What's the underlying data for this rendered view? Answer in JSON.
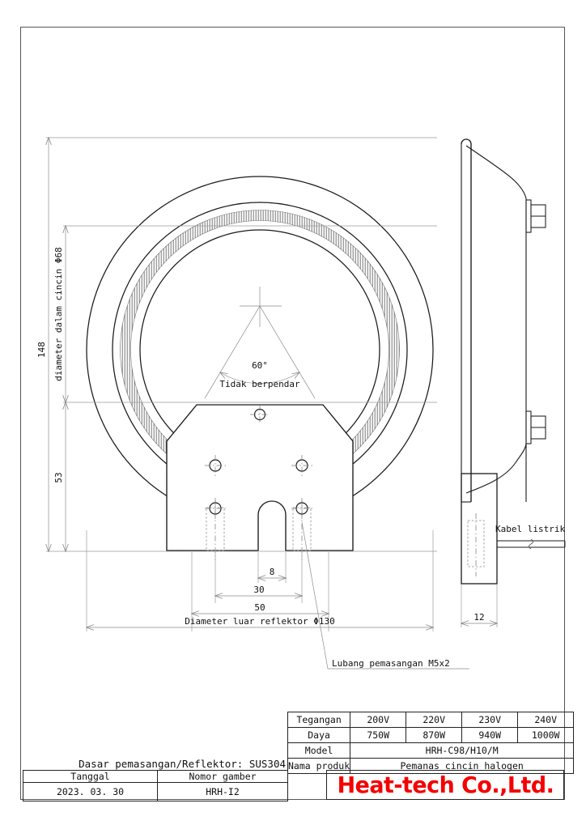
{
  "drawing": {
    "title_note": "Dasar pemasangan/Reflektor: SUS304",
    "annotations": {
      "angle": "60°",
      "no_glow": "Tidak berpendar",
      "inner_diameter": "diameter dalam cincin Φ68",
      "outer_diameter": "Diameter luar reflektor Φ130",
      "mounting_holes": "Lubang pemasangan M5x2",
      "power_cable": "Kabel listrik"
    },
    "dimensions": {
      "height_total": "148",
      "height_bracket": "53",
      "slot_width": "8",
      "hole_span_inner": "30",
      "hole_span_outer": "50",
      "thickness": "12"
    }
  },
  "spec_table": {
    "rows": [
      {
        "label": "Tegangan",
        "values": [
          "200V",
          "220V",
          "230V",
          "240V"
        ]
      },
      {
        "label": "Daya",
        "values": [
          "750W",
          "870W",
          "940W",
          "1000W"
        ]
      }
    ],
    "model_label": "Model",
    "model_value": "HRH-C98/H10/M",
    "product_label": "Nama produk",
    "product_value": "Pemanas cincin halogen"
  },
  "title_block": {
    "date_header": "Tanggal",
    "date_value": "2023. 03. 30",
    "number_header": "Nomor gamber",
    "number_value": "HRH-I2",
    "company": "Heat-tech Co.,Ltd.",
    "company_color": "#f40000"
  }
}
